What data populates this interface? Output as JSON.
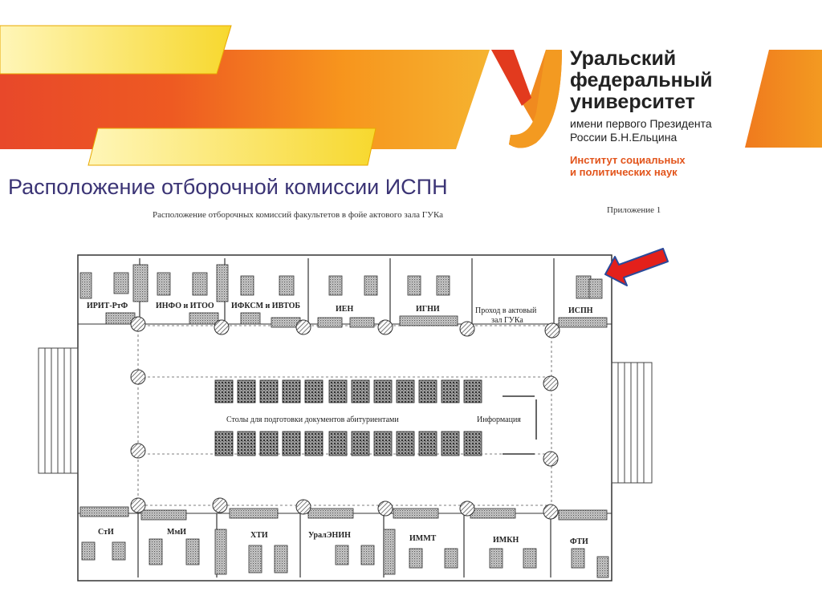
{
  "logo": {
    "name_lines": [
      "Уральский",
      "федеральный",
      "университет"
    ],
    "sub_lines": [
      "имени первого Президента",
      "России Б.Н.Ельцина"
    ],
    "institute_lines": [
      "Институт социальных",
      "и политических наук"
    ]
  },
  "slide_title": "Расположение отборочной комиссии ИСПН",
  "plan": {
    "caption": "Расположение отборочных комиссий факультетов в фойе актового зала ГУКа",
    "appendix": "Приложение 1",
    "top_rooms": [
      "ИРИТ-РтФ",
      "ИНФО и ИТОО",
      "ИФКСМ и ИВТОБ",
      "ИЕН",
      "ИГНИ",
      "Проход в актовый",
      "зал ГУКа",
      "ИСПН"
    ],
    "bottom_rooms": [
      "СтИ",
      "МмИ",
      "ХТИ",
      "УралЭНИН",
      "ИММТ",
      "ИМКН",
      "ФТИ"
    ],
    "center_label": "Столы для подготовки документов абитуриентами",
    "info_label": "Информация",
    "colors": {
      "arrow": "#e3201b",
      "arrow_outline": "#2a4a9a",
      "orange": "#f0641e",
      "yellow": "#f5c400"
    }
  }
}
